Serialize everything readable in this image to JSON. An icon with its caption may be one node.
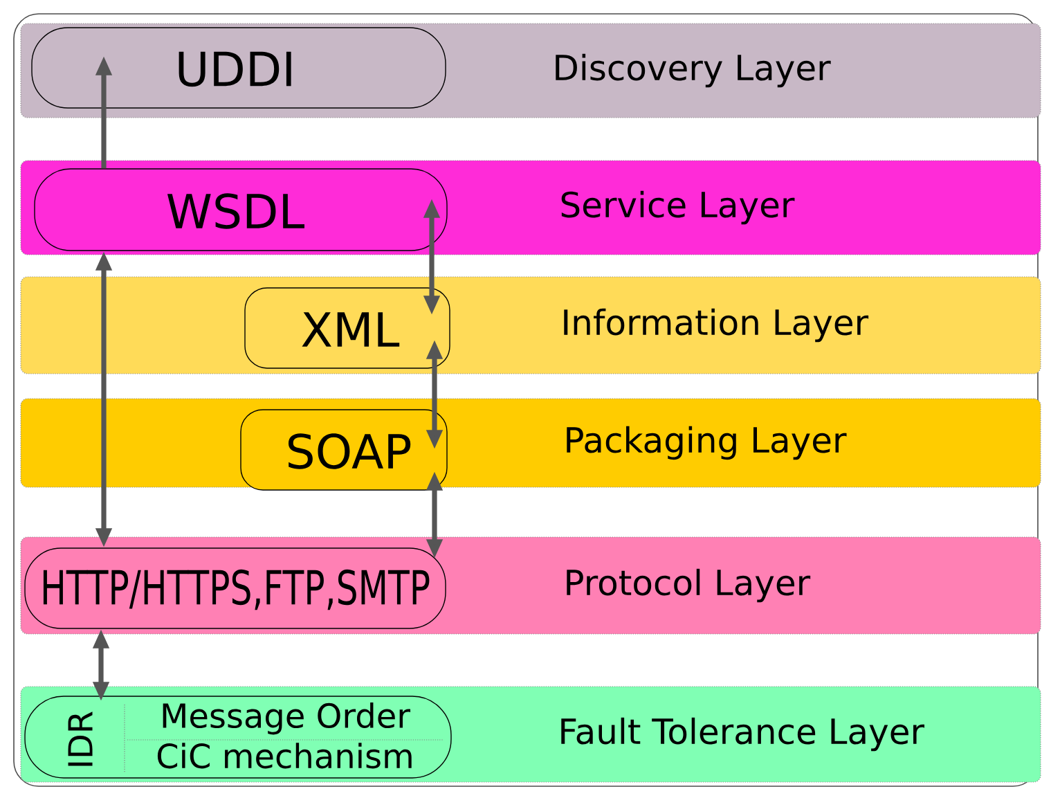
{
  "diagram": {
    "nodes": [
      {
        "text": [
          "Discovery Layer"
        ]
      },
      {
        "text": [
          "UDDI"
        ],
        "in": 0
      },
      {
        "text": [
          "Service Layer"
        ]
      },
      {
        "text": [
          "WSDL"
        ],
        "in": 2
      },
      {
        "text": [
          "Information Layer"
        ]
      },
      {
        "text": [
          "XML"
        ],
        "in": 4
      },
      {
        "text": [
          "Packaging Layer"
        ]
      },
      {
        "text": [
          "SOAP"
        ],
        "in": 6
      },
      {
        "text": [
          "Protocol Layer"
        ]
      },
      {
        "text": [
          "HTTP/HTTPS,FTP,SMTP"
        ],
        "in": 8
      },
      {
        "text": [
          "Fault Tolerance Layer"
        ]
      },
      {
        "text": [
          "IDR",
          "Message Order",
          "CiC mechanism"
        ],
        "in": 10
      }
    ],
    "edges": [
      {
        "from": 3,
        "to": 1,
        "arrow": "to"
      },
      {
        "from": 9,
        "to": 3,
        "arrow": "both"
      },
      {
        "from": 3,
        "to": 5,
        "arrow": "both"
      },
      {
        "from": 5,
        "to": 7,
        "arrow": "both"
      },
      {
        "from": 7,
        "to": 9,
        "arrow": "both"
      },
      {
        "from": 9,
        "to": 11,
        "arrow": "both"
      }
    ]
  }
}
